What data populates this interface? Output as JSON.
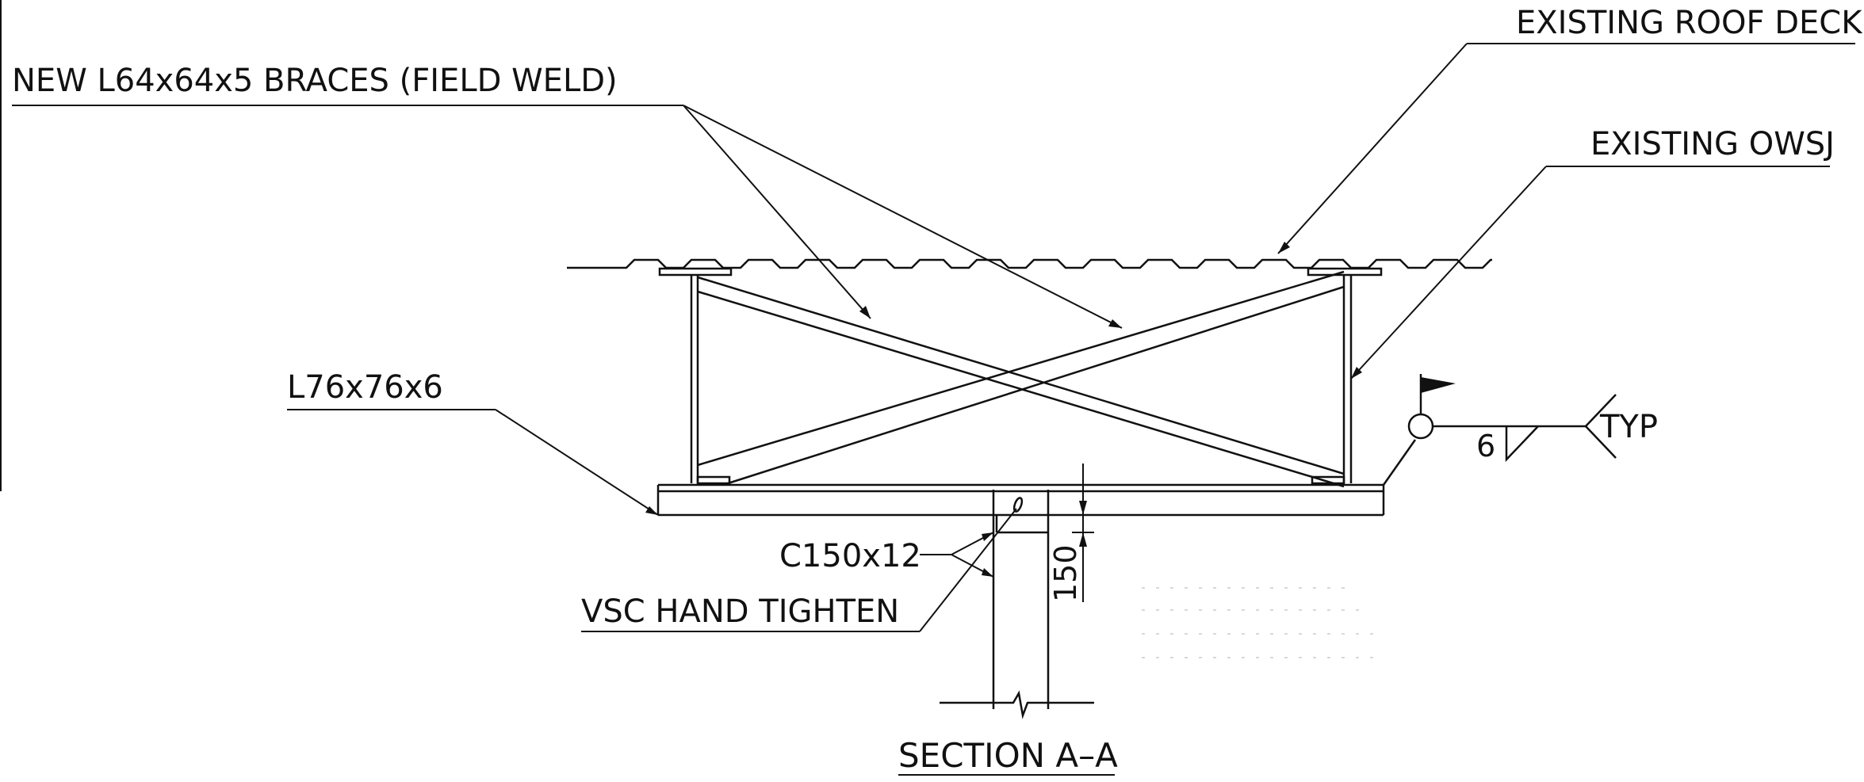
{
  "labels": {
    "existing_roof_deck": "EXISTING ROOF DECK",
    "new_braces": "NEW L64x64x5 BRACES (FIELD WELD)",
    "existing_owsj": "EXISTING OWSJ",
    "angle": "L76x76x6",
    "channel": "C150x12",
    "vsc": "VSC HAND TIGHTEN",
    "section_title": "SECTION A–A"
  },
  "weld": {
    "size": "6",
    "note": "TYP"
  },
  "dimensions": {
    "height": "150"
  }
}
